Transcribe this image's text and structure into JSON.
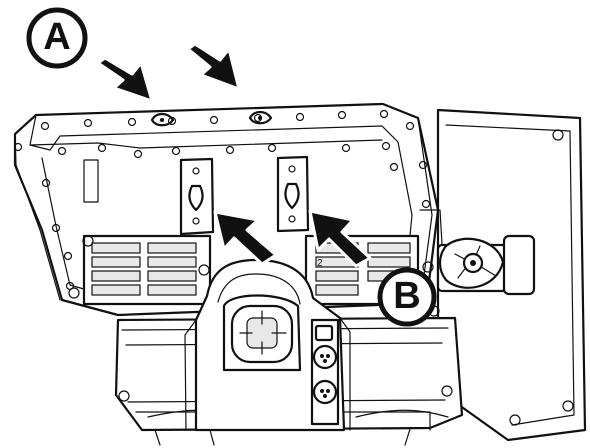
{
  "callouts": {
    "a": "A",
    "b": "B"
  },
  "small_labels": {
    "fan_number": "2"
  },
  "colors": {
    "line": "#111111",
    "background": "#ffffff",
    "shade": "#e8e8e8"
  }
}
